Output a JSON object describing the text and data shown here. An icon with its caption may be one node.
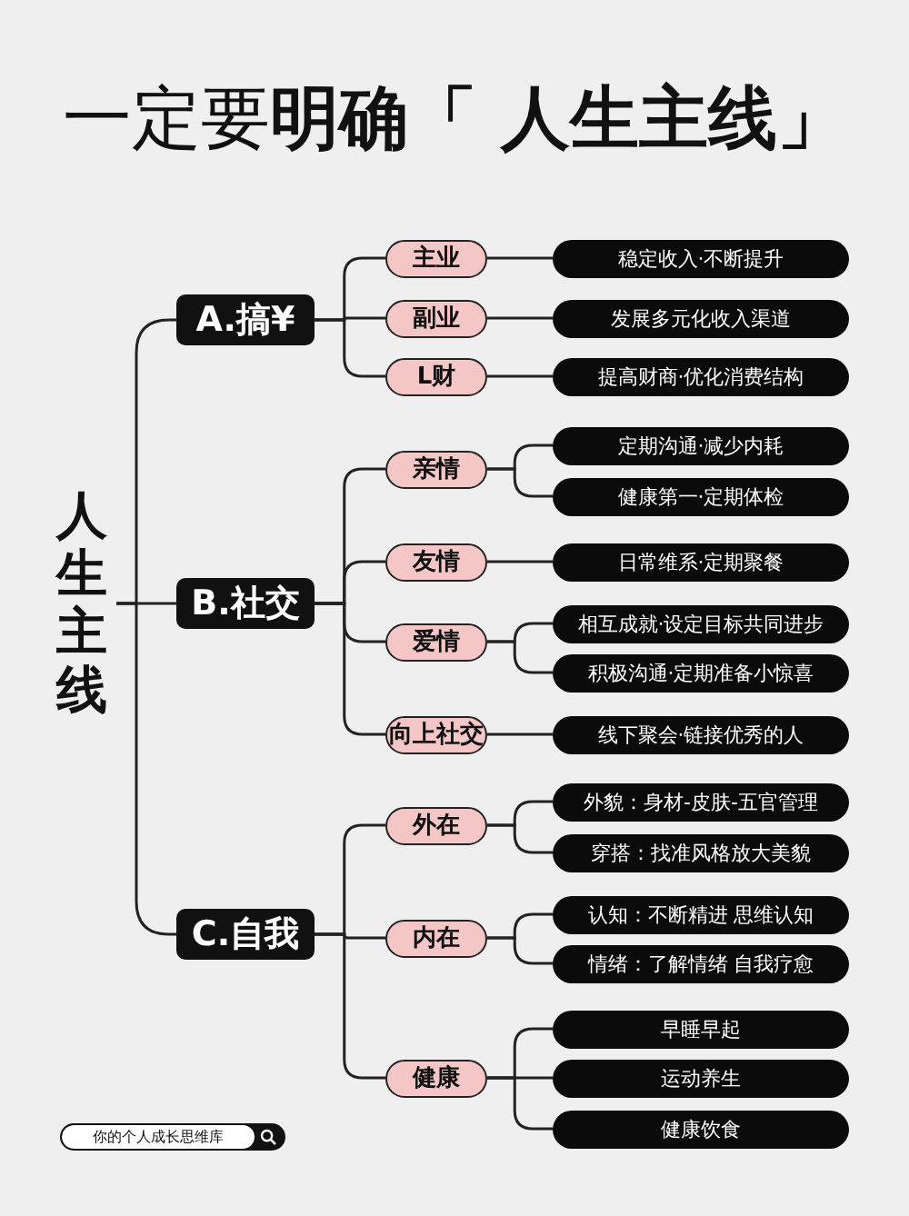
{
  "diagram": {
    "title": "一定要**明确「 人生主线」**",
    "nodes": [
      {
        "text": [
          "人生主线"
        ]
      },
      {
        "text": [
          "A.搞¥"
        ]
      },
      {
        "text": [
          "B.社交"
        ]
      },
      {
        "text": [
          "C.自我"
        ]
      },
      {
        "text": [
          "主业"
        ]
      },
      {
        "text": [
          "副业"
        ]
      },
      {
        "text": [
          "L财"
        ]
      },
      {
        "text": [
          "稳定收入·不断提升"
        ]
      },
      {
        "text": [
          "发展多元化收入渠道"
        ]
      },
      {
        "text": [
          "提高财商·优化消费结构"
        ]
      },
      {
        "text": [
          "亲情"
        ]
      },
      {
        "text": [
          "定期沟通·减少内耗"
        ]
      },
      {
        "text": [
          "健康第一·定期体检"
        ]
      },
      {
        "text": [
          "友情"
        ]
      },
      {
        "text": [
          "日常维系·定期聚餐"
        ]
      },
      {
        "text": [
          "爱情"
        ]
      },
      {
        "text": [
          "相互成就·设定目标共同进步"
        ]
      },
      {
        "text": [
          "积极沟通·定期准备小惊喜"
        ]
      },
      {
        "text": [
          "向上社交"
        ]
      },
      {
        "text": [
          "线下聚会·链接优秀的人"
        ]
      },
      {
        "text": [
          "外在"
        ]
      },
      {
        "text": [
          "外貌：身材-皮肤-五官管理"
        ]
      },
      {
        "text": [
          "穿搭：找准风格放大美貌"
        ]
      },
      {
        "text": [
          "内在"
        ]
      },
      {
        "text": [
          "认知：不断精进 思维认知"
        ]
      },
      {
        "text": [
          "情绪：了解情绪 自我疗愈"
        ]
      },
      {
        "text": [
          "健康"
        ]
      },
      {
        "text": [
          "早睡早起"
        ]
      },
      {
        "text": [
          "运动养生"
        ]
      },
      {
        "text": [
          "健康饮食"
        ]
      }
    ],
    "edges": [
      {
        "from": 0,
        "to": 1,
        "arrow": "none"
      },
      {
        "from": 0,
        "to": 2,
        "arrow": "none"
      },
      {
        "from": 0,
        "to": 3,
        "arrow": "none"
      },
      {
        "from": 1,
        "to": 4,
        "arrow": "none"
      },
      {
        "from": 1,
        "to": 5,
        "arrow": "none"
      },
      {
        "from": 1,
        "to": 6,
        "arrow": "none"
      },
      {
        "from": 4,
        "to": 7,
        "arrow": "none"
      },
      {
        "from": 5,
        "to": 8,
        "arrow": "none"
      },
      {
        "from": 6,
        "to": 9,
        "arrow": "none"
      },
      {
        "from": 2,
        "to": 10,
        "arrow": "none"
      },
      {
        "from": 10,
        "to": 11,
        "arrow": "none"
      },
      {
        "from": 10,
        "to": 12,
        "arrow": "none"
      },
      {
        "from": 2,
        "to": 13,
        "arrow": "none"
      },
      {
        "from": 13,
        "to": 14,
        "arrow": "none"
      },
      {
        "from": 2,
        "to": 15,
        "arrow": "none"
      },
      {
        "from": 15,
        "to": 16,
        "arrow": "none"
      },
      {
        "from": 15,
        "to": 17,
        "arrow": "none"
      },
      {
        "from": 2,
        "to": 18,
        "arrow": "none"
      },
      {
        "from": 18,
        "to": 19,
        "arrow": "none"
      },
      {
        "from": 3,
        "to": 20,
        "arrow": "none"
      },
      {
        "from": 20,
        "to": 21,
        "arrow": "none"
      },
      {
        "from": 20,
        "to": 22,
        "arrow": "none"
      },
      {
        "from": 3,
        "to": 23,
        "arrow": "none"
      },
      {
        "from": 23,
        "to": 24,
        "arrow": "none"
      },
      {
        "from": 23,
        "to": 25,
        "arrow": "none"
      },
      {
        "from": 3,
        "to": 26,
        "arrow": "none"
      },
      {
        "from": 26,
        "to": 27,
        "arrow": "none"
      },
      {
        "from": 26,
        "to": 28,
        "arrow": "none"
      },
      {
        "from": 26,
        "to": 29,
        "arrow": "none"
      }
    ],
    "labels": [
      "你的个人成长思维库"
    ]
  }
}
